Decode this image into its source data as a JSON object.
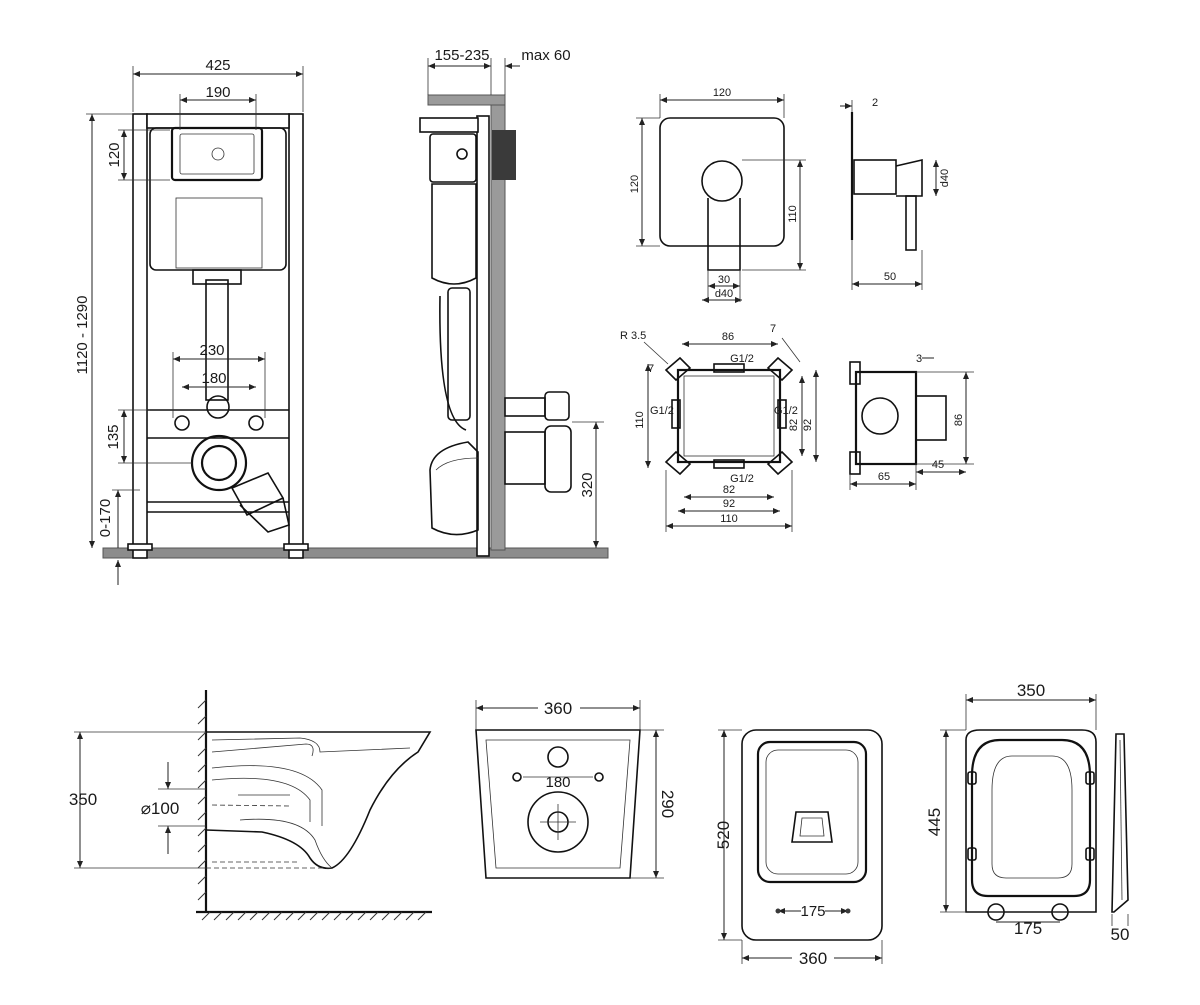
{
  "frame_front": {
    "width": "425",
    "inner_width": "190",
    "button_h": "120",
    "height_range": "1120 - 1290",
    "stud_spacing": "230",
    "bolt_spacing": "180",
    "outlet_h": "135",
    "leg_adj": "0-170"
  },
  "frame_side": {
    "depth_range": "155-235",
    "max_wall": "max 60",
    "outlet_height": "320"
  },
  "mixer_front": {
    "w": "120",
    "h": "120",
    "h_inner": "110",
    "stem": "30",
    "dia": "d40"
  },
  "mixer_side": {
    "plate": "2",
    "dia": "d40",
    "depth": "50"
  },
  "box_front": {
    "radius": "R 3.5",
    "top": "86",
    "corner": "7",
    "corner_r": "7",
    "g_top": "G1/2",
    "g_left": "G1/2",
    "g_right": "G1/2",
    "g_bottom": "G1/2",
    "left_h": "110",
    "r_82": "82",
    "r_92": "92",
    "b_82": "82",
    "b_92": "92",
    "b_110": "110"
  },
  "box_side": {
    "top": "3",
    "h": "86",
    "d45": "45",
    "d65": "65"
  },
  "bowl_side": {
    "h": "350",
    "pipe": "⌀100"
  },
  "bowl_back": {
    "w": "360",
    "bolt": "180",
    "h": "290"
  },
  "bowl_top": {
    "len": "520",
    "bolt": "175",
    "w": "360"
  },
  "seat": {
    "w": "350",
    "len": "445",
    "bolt": "175",
    "thick": "50"
  }
}
